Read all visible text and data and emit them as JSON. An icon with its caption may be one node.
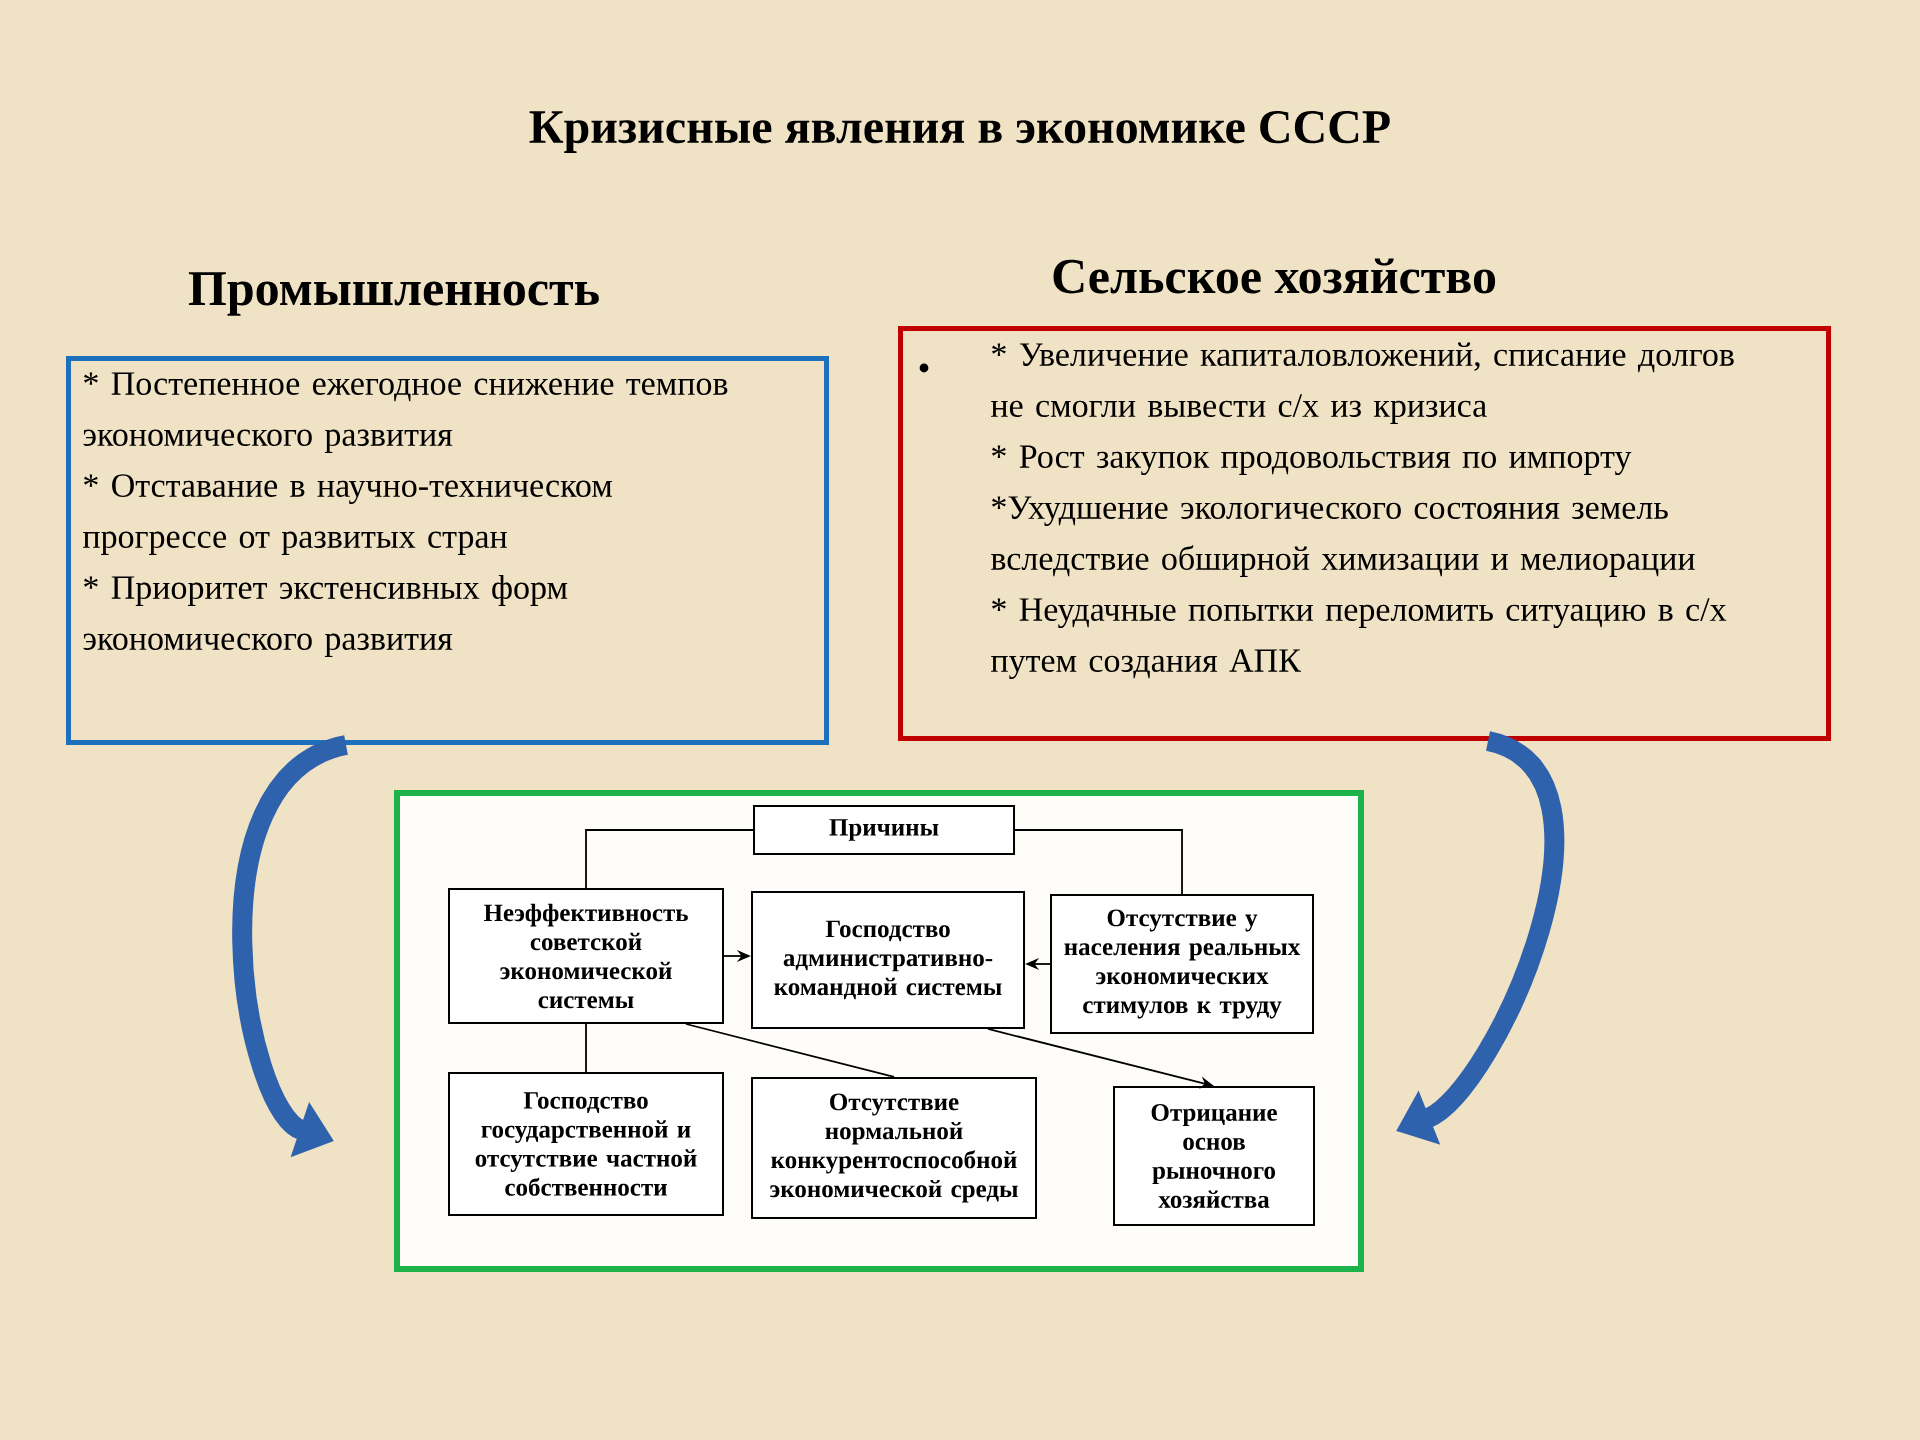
{
  "diagram": {
    "title": "Кризисные явления в экономике СССР",
    "nodes": [
      {
        "text": [
          "Промышленность",
          "* Постепенное ежегодное снижение темпов экономического развития",
          "* Отставание в научно-техническом прогрессе от развитых стран",
          "* Приоритет экстенсивных форм экономического развития"
        ]
      },
      {
        "text": [
          "Сельское хозяйство",
          "* Увеличение капиталовложений, списание долгов не смогли вывести с/х из кризиса",
          "* Рост закупок продовольствия по импорту",
          "*Ухудшение экологического состояния земель вследствие обширной химизации и мелиорации",
          "* Неудачные попытки переломить ситуацию в с/х путем создания АПК"
        ]
      },
      {
        "text": [],
        "shape": "box"
      },
      {
        "text": [
          "Причины"
        ],
        "in": 2
      },
      {
        "text": [
          "Неэффективность советской экономической системы"
        ],
        "in": 2
      },
      {
        "text": [
          "Господство административно-командной системы"
        ],
        "in": 2
      },
      {
        "text": [
          "Отсутствие у населения реальных экономических стимулов к труду"
        ],
        "in": 2
      },
      {
        "text": [
          "Господство государственной и отсутствие частной собственности"
        ],
        "in": 2
      },
      {
        "text": [
          "Отсутствие нормальной конкурентоспособной экономической среды"
        ],
        "in": 2
      },
      {
        "text": [
          "Отрицание основ рыночного хозяйства"
        ],
        "in": 2
      }
    ],
    "edges": [
      {
        "from": 0,
        "to": 2,
        "arrow": "to",
        "style": "thick",
        "color": "#2f62ad"
      },
      {
        "from": 1,
        "to": 2,
        "arrow": "to",
        "style": "thick",
        "color": "#2f62ad"
      },
      {
        "from": 3,
        "to": 4,
        "arrow": "none"
      },
      {
        "from": 3,
        "to": 6,
        "arrow": "none"
      },
      {
        "from": 4,
        "to": 5,
        "arrow": "to"
      },
      {
        "from": 6,
        "to": 5,
        "arrow": "to"
      },
      {
        "from": 4,
        "to": 7,
        "arrow": "none"
      },
      {
        "from": 4,
        "to": 8,
        "arrow": "none"
      },
      {
        "from": 5,
        "to": 9,
        "arrow": "to"
      }
    ]
  }
}
